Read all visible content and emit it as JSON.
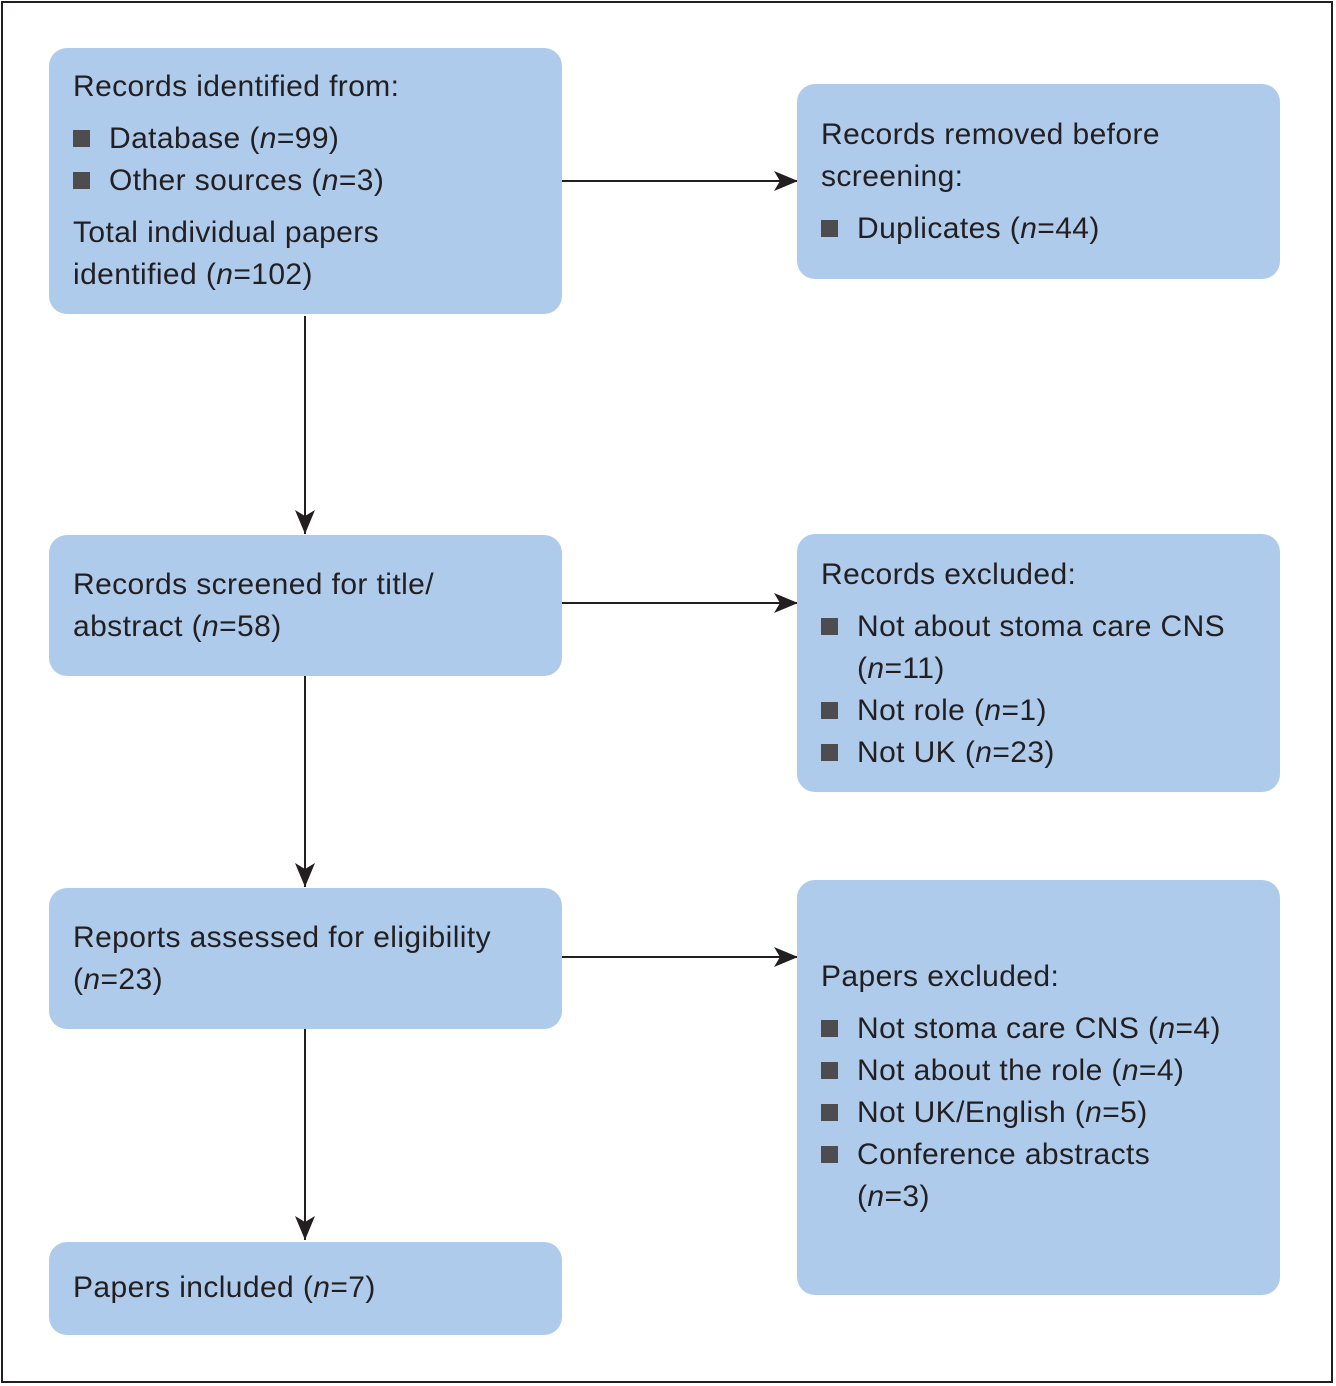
{
  "identification": {
    "heading": "Records identified from:",
    "items": [
      {
        "prefix": "Database (",
        "n_label": "n",
        "suffix": "=99)"
      },
      {
        "prefix": "Other sources (",
        "n_label": "n",
        "suffix": "=3)"
      }
    ],
    "total_line1": "Total individual papers",
    "total_prefix": "identified (",
    "total_n_label": "n",
    "total_suffix": "=102)"
  },
  "removed": {
    "heading_line1": "Records removed before",
    "heading_line2": "screening:",
    "items": [
      {
        "prefix": "Duplicates (",
        "n_label": "n",
        "suffix": "=44)"
      }
    ]
  },
  "screened": {
    "line1": "Records screened for title/",
    "prefix": "abstract (",
    "n_label": "n",
    "suffix": "=58)"
  },
  "excluded_records": {
    "heading": "Records excluded:",
    "items": [
      {
        "text": "Not about stoma care CNS",
        "cont_prefix": "(",
        "n_label": "n",
        "cont_suffix": "=11)"
      },
      {
        "prefix": "Not role (",
        "n_label": "n",
        "suffix": "=1)"
      },
      {
        "prefix": "Not UK (",
        "n_label": "n",
        "suffix": "=23)"
      }
    ]
  },
  "assessed": {
    "line1": "Reports assessed for eligibility",
    "prefix": "(",
    "n_label": "n",
    "suffix": "=23)"
  },
  "excluded_papers": {
    "heading": "Papers excluded:",
    "items": [
      {
        "prefix": "Not stoma care CNS (",
        "n_label": "n",
        "suffix": "=4)"
      },
      {
        "prefix": "Not about the role (",
        "n_label": "n",
        "suffix": "=4)"
      },
      {
        "prefix": "Not UK/English (",
        "n_label": "n",
        "suffix": "=5)"
      },
      {
        "text": "Conference abstracts",
        "cont_prefix": "(",
        "n_label": "n",
        "cont_suffix": "=3)"
      }
    ]
  },
  "included": {
    "prefix": "Papers included (",
    "n_label": "n",
    "suffix": "=7)"
  },
  "colors": {
    "box_fill": "#aecbeb",
    "text": "#231f20",
    "bullet": "#4d4d4f",
    "arrow": "#231f20"
  }
}
